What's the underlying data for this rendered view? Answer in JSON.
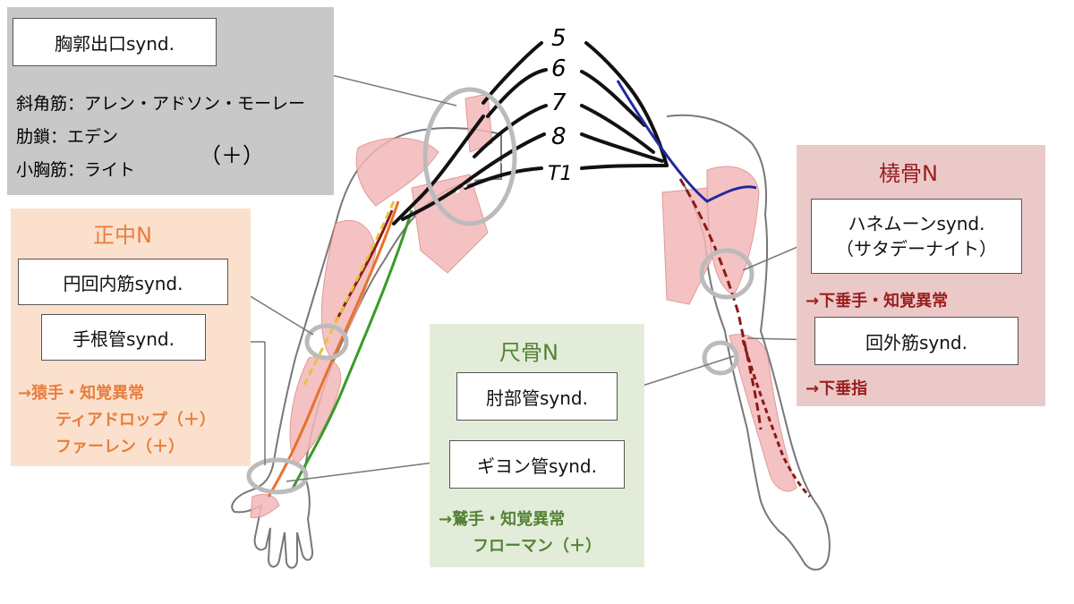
{
  "thoracic": {
    "box_label": "胸郭出口synd.",
    "lines": [
      "斜角筋：アレン・アドソン・モーレー",
      "肋鎖：エデン",
      "小胸筋：ライト"
    ],
    "plus": "（＋）",
    "color": "#c8c8c8"
  },
  "median": {
    "title": "正中N",
    "labels": [
      "円回内筋synd.",
      "手根管synd."
    ],
    "notes": [
      "→猿手・知覚異常",
      "ティアドロップ（＋）",
      "ファーレン（＋）"
    ],
    "color": "#e87d3e",
    "bg": "#fbe1cd"
  },
  "ulnar": {
    "title": "尺骨N",
    "labels": [
      "肘部管synd.",
      "ギヨン管synd."
    ],
    "notes": [
      "→鷲手・知覚異常",
      "フローマン（＋）"
    ],
    "color": "#548235",
    "bg": "#e3ecd9"
  },
  "radial": {
    "title": "橈骨N",
    "labels": [
      "ハネムーンsynd.",
      "（サタデーナイト）",
      "回外筋synd."
    ],
    "notes": [
      "→下垂手・知覚異常",
      "→下垂指"
    ],
    "color": "#9a1d1d",
    "bg": "#ecc9c9"
  },
  "roots": [
    "5",
    "6",
    "7",
    "8",
    "T1"
  ]
}
